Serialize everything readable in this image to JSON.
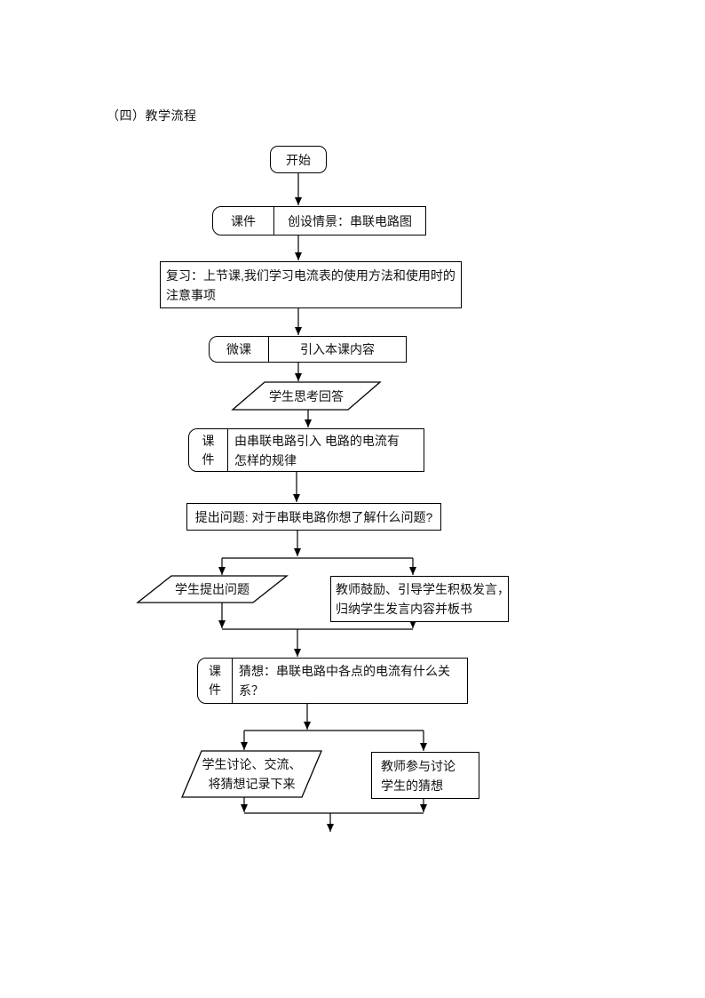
{
  "heading": "（四）教学流程",
  "flow": {
    "start": "开始",
    "scene": {
      "tag": "课件",
      "text": "创设情景：串联电路图"
    },
    "review": {
      "line1": "复习：上节课,我们学习电流表的使用方法和使用时的",
      "line2": "注意事项"
    },
    "intro": {
      "tag": "微课",
      "text": "引入本课内容"
    },
    "think": {
      "text": "学生思考回答"
    },
    "lead": {
      "tag": "课件",
      "line1": "由串联电路引入 电路的电流有",
      "line2": "怎样的规律"
    },
    "question": {
      "text": "提出问题: 对于串联电路你想了解什么问题?"
    },
    "propose": {
      "text": "学生提出问题"
    },
    "encourage": {
      "line1": "教师鼓励、引导学生积极发言，",
      "line2": "归纳学生发言内容并板书"
    },
    "guess": {
      "tag": "课件",
      "line1": "猜想：串联电路中各点的电流有什么关",
      "line2": "系？"
    },
    "discuss": {
      "line1": "学生讨论、交流、",
      "line2": "将猜想记录下来"
    },
    "participate": {
      "line1": "教师参与讨论",
      "line2": "学生的猜想"
    }
  }
}
